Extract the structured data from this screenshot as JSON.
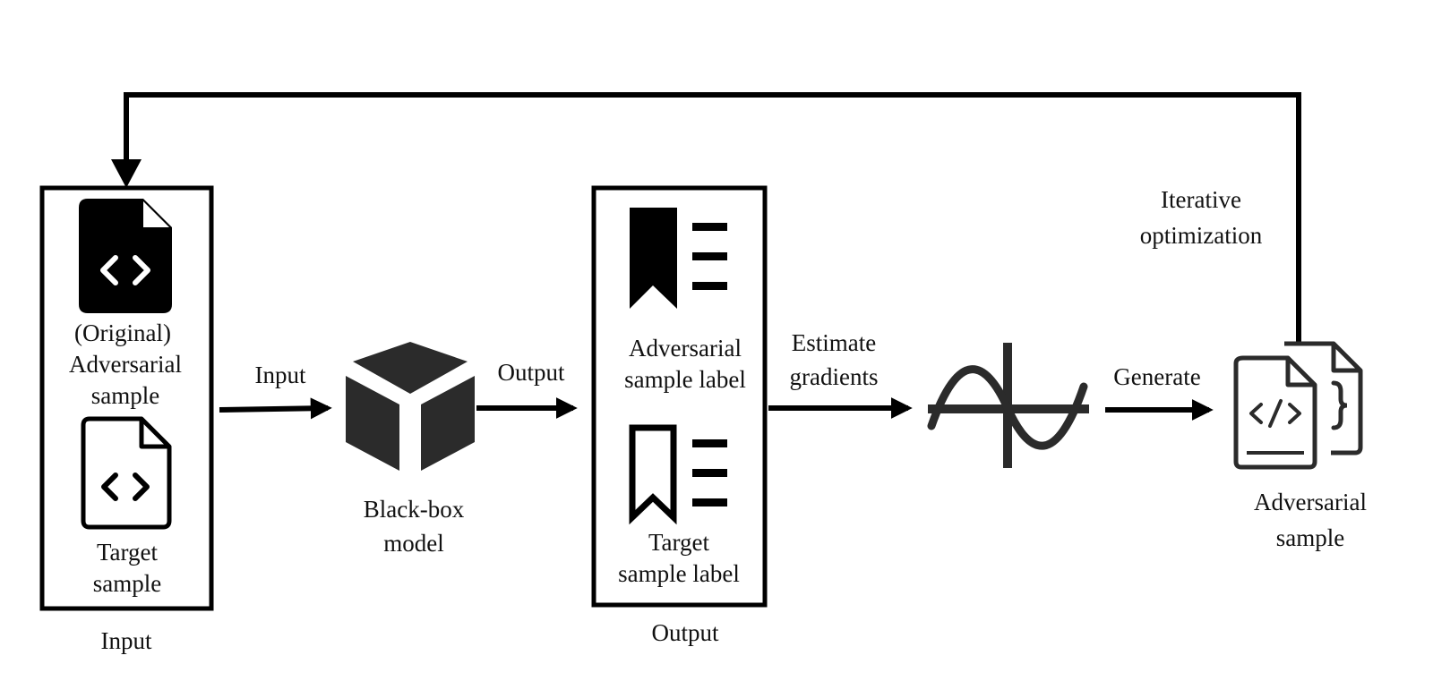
{
  "colors": {
    "ink": "#000000",
    "icon_dark": "#2b2b2b"
  },
  "input_panel": {
    "original_label": [
      "(Original)",
      "Adversarial",
      "sample"
    ],
    "target_label": [
      "Target",
      "sample"
    ],
    "caption": "Input",
    "icons": [
      "code-file-filled-icon",
      "code-file-outline-icon"
    ]
  },
  "arrows": {
    "input": "Input",
    "output": "Output",
    "estimate": [
      "Estimate",
      "gradients"
    ],
    "generate": "Generate",
    "feedback": [
      "Iterative",
      "optimization"
    ]
  },
  "model": {
    "label": [
      "Black-box",
      "model"
    ],
    "icon": "cube-icon"
  },
  "output_panel": {
    "adversarial_label": [
      "Adversarial",
      "sample label"
    ],
    "target_label": [
      "Target",
      "sample label"
    ],
    "caption": "Output",
    "icons": [
      "bookmark-filled-list-icon",
      "bookmark-outline-list-icon"
    ]
  },
  "gradient_icon": "sine-wave-axes-icon",
  "result": {
    "label": [
      "Adversarial",
      "sample"
    ],
    "icon": "code-files-stack-icon"
  }
}
